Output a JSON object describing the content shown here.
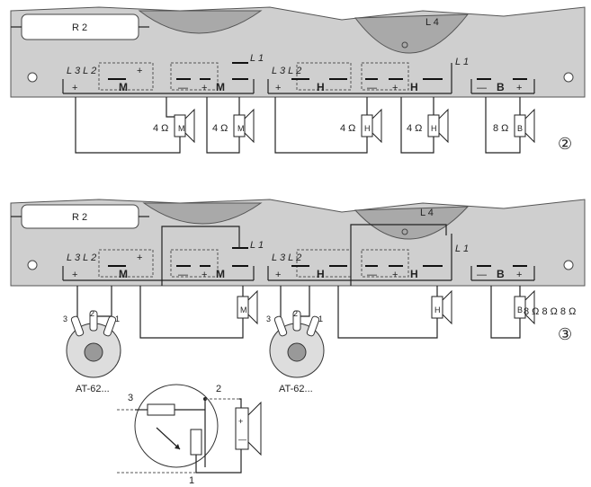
{
  "colors": {
    "panel": "#cfcfcf",
    "dome": "#a9a9a9",
    "line": "#222222"
  },
  "labels": {
    "r2": "R 2",
    "l4": "L 4",
    "l1": "L 1",
    "l3l2": "L 3 L 2",
    "plus": "+",
    "minus": "—",
    "m": "M",
    "h": "H",
    "b": "B",
    "ohm4": "4 Ω",
    "ohm8": "8 Ω",
    "ohm8x3": "8 Ω 8 Ω 8 Ω",
    "diagram2": "②",
    "diagram3": "③",
    "attenuator": "AT-62...",
    "pin1": "1",
    "pin2": "2",
    "pin3": "3"
  }
}
